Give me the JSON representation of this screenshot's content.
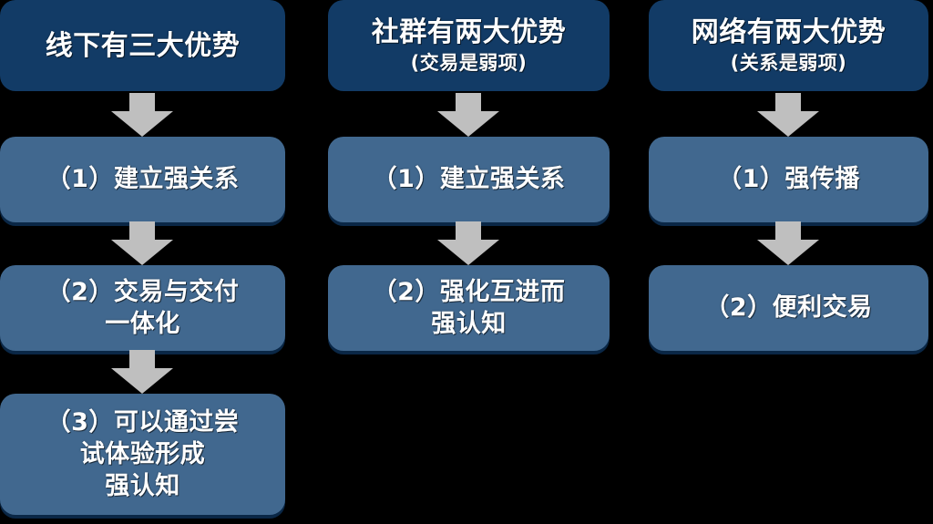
{
  "diagram": {
    "type": "three-column-flow",
    "colors": {
      "header_bg": "#123B66",
      "body_bg": "#41688F",
      "arrow_fill": "#BFBFBF",
      "text": "#FFFFFF",
      "background": "#000000"
    },
    "columns": [
      {
        "id": "offline",
        "header": {
          "title": "线下有三大优势",
          "subtitle": ""
        },
        "steps": [
          {
            "lines": [
              "（1）建立强关系"
            ]
          },
          {
            "lines": [
              "（2）交易与交付",
              "一体化"
            ]
          },
          {
            "lines": [
              "（3）可以通过尝",
              "试体验形成",
              "强认知"
            ]
          }
        ]
      },
      {
        "id": "community",
        "header": {
          "title": "社群有两大优势",
          "subtitle": "(交易是弱项)"
        },
        "steps": [
          {
            "lines": [
              "（1）建立强关系"
            ]
          },
          {
            "lines": [
              "（2）强化互进而",
              "强认知"
            ]
          }
        ]
      },
      {
        "id": "network",
        "header": {
          "title": "网络有两大优势",
          "subtitle": "(关系是弱项)"
        },
        "steps": [
          {
            "lines": [
              "（1）强传播"
            ]
          },
          {
            "lines": [
              "（2）便利交易"
            ]
          }
        ]
      }
    ],
    "arrows": {
      "icon": "arrow-down-icon",
      "count_col_1": 3,
      "count_col_2": 2,
      "count_col_3": 2
    }
  }
}
